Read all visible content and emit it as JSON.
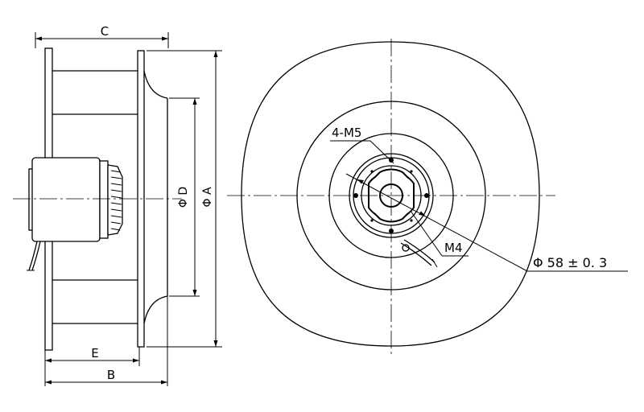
{
  "side_view": {
    "dim_c": "C",
    "dim_d": "Φ D",
    "dim_a": "Φ A",
    "dim_e": "E",
    "dim_b": "B"
  },
  "front_view": {
    "callout_holes": "4-M5",
    "callout_thread": "M4",
    "callout_diameter": "Φ 58 ± 0. 3"
  }
}
